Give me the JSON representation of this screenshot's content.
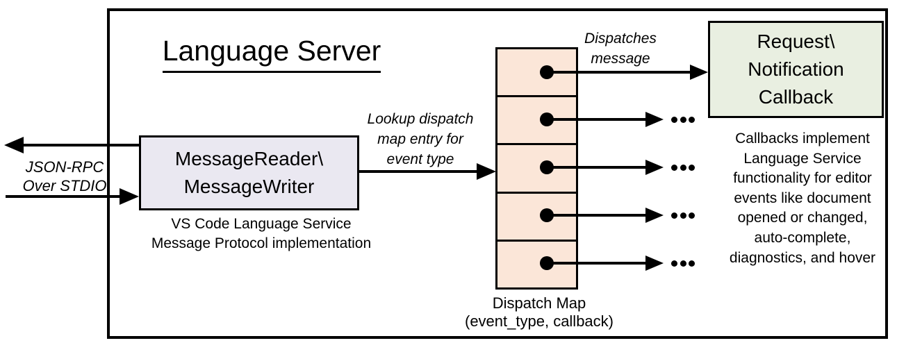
{
  "title": "Language Server",
  "reader_box": {
    "lines": [
      "MessageReader\\",
      "MessageWriter"
    ]
  },
  "reader_caption": {
    "lines": [
      "VS Code Language Service",
      "Message Protocol implementation"
    ]
  },
  "jsonrpc_label": {
    "lines": [
      "JSON-RPC",
      "Over STDIO"
    ]
  },
  "lookup_label": {
    "lines": [
      "Lookup dispatch",
      "map entry for",
      "event type"
    ]
  },
  "dispatches_label": {
    "lines": [
      "Dispatches",
      "message"
    ]
  },
  "request_box": {
    "lines": [
      "Request\\",
      "Notification",
      "Callback"
    ]
  },
  "callbacks_note": {
    "lines": [
      "Callbacks implement",
      "Language Service",
      "functionality for editor",
      "events like document",
      "opened or changed,",
      "auto-complete,",
      "diagnostics, and hover"
    ]
  },
  "dispatch_map": {
    "cells": 5,
    "ellipsis": "...",
    "label_lines": [
      "Dispatch Map",
      "(event_type, callback)"
    ]
  },
  "colors": {
    "reader_fill": "#EAE8F1",
    "map_fill": "#FBE6D8",
    "request_fill": "#E9EFE1",
    "stroke": "#000000",
    "background": "#FFFFFF"
  }
}
